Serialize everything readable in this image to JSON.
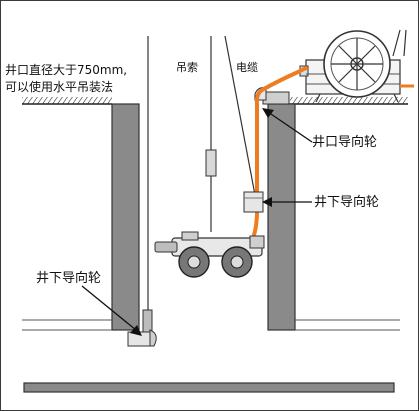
{
  "note": {
    "line1": "井口直径大于750mm,",
    "line2": "可以使用水平吊装法"
  },
  "labels": {
    "hoist_cable": "吊索",
    "power_cable": "电缆",
    "wellhead_guide_wheel": "井口导向轮",
    "downhole_guide_wheel_right": "井下导向轮",
    "downhole_guide_wheel_left": "井下导向轮"
  },
  "colors": {
    "cable": "#ee7d22",
    "wall": "#8a8a8a",
    "line": "#333333"
  }
}
